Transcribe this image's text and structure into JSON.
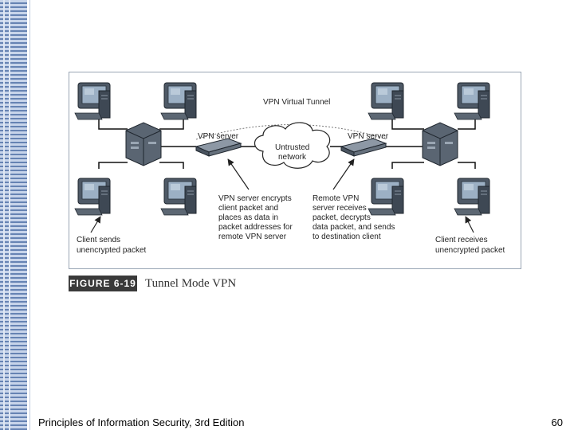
{
  "diagram": {
    "tunnel_label": "VPN Virtual Tunnel",
    "vpn_server_left": "VPN server",
    "vpn_server_right": "VPN server",
    "cloud_line1": "Untrusted",
    "cloud_line2": "network",
    "left_note": [
      "VPN server encrypts",
      "client packet and",
      "places as data in",
      "packet addresses for",
      "remote VPN server"
    ],
    "right_note": [
      "Remote VPN",
      "server receives",
      "packet, decrypts",
      "data packet, and sends",
      "to destination client"
    ],
    "client_sends": [
      "Client sends",
      "unencrypted packet"
    ],
    "client_receives": [
      "Client receives",
      "unencrypted packet"
    ]
  },
  "figure": {
    "label": "FIGURE 6-19",
    "title": "Tunnel Mode VPN"
  },
  "footer": {
    "title": "Principles of Information Security, 3rd Edition",
    "page": "60"
  }
}
